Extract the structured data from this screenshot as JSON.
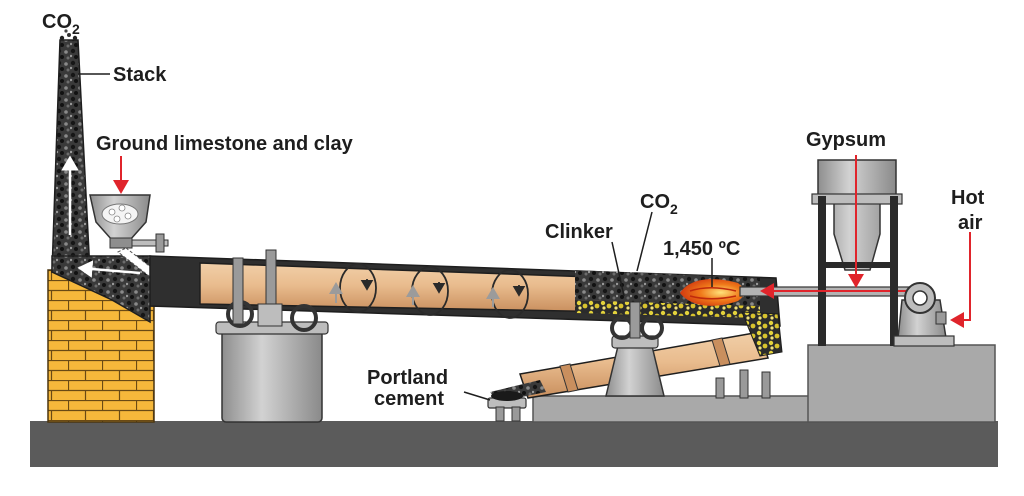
{
  "labels": {
    "co2_stack": "CO",
    "co2_stack_sub": "2",
    "stack": "Stack",
    "feed": "Ground limestone and clay",
    "gypsum": "Gypsum",
    "co2_kiln": "CO",
    "co2_kiln_sub": "2",
    "clinker": "Clinker",
    "temperature": "1,450 ºC",
    "hot_air_line1": "Hot",
    "hot_air_line2": "air",
    "portland_line1": "Portland",
    "portland_line2": "cement"
  },
  "colors": {
    "arrow": "#e0242b",
    "kiln_tube": "#e9bc8e",
    "brick": "#f6b83b",
    "machinery": "#a9a9a9",
    "ground": "#5b5b5b",
    "flame": "#f07a1a",
    "clinker_nodules": "#e3d23c"
  }
}
